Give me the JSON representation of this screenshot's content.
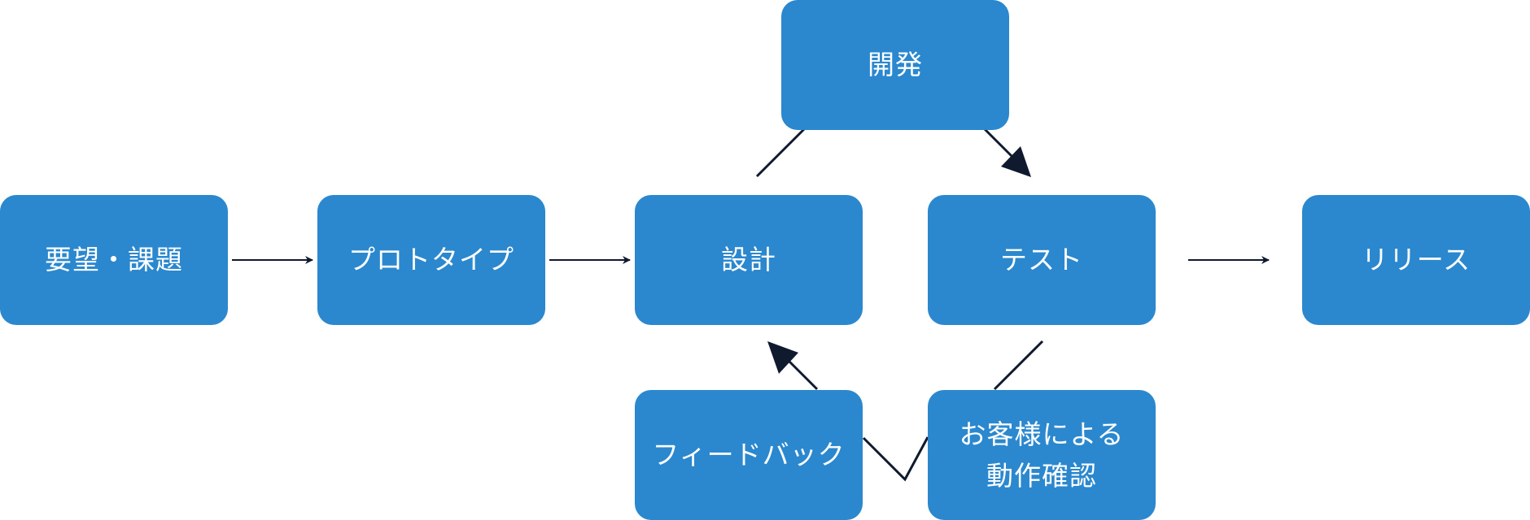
{
  "nodes": {
    "requirements": "要望・課題",
    "prototype": "プロトタイプ",
    "design": "設計",
    "develop": "開発",
    "test": "テスト",
    "release": "リリース",
    "feedback": "フィードバック",
    "customer_check": "お客様による\n動作確認"
  },
  "colors": {
    "node_fill": "#2b88cf",
    "node_text": "#ffffff",
    "connector": "#0f1a2e"
  }
}
